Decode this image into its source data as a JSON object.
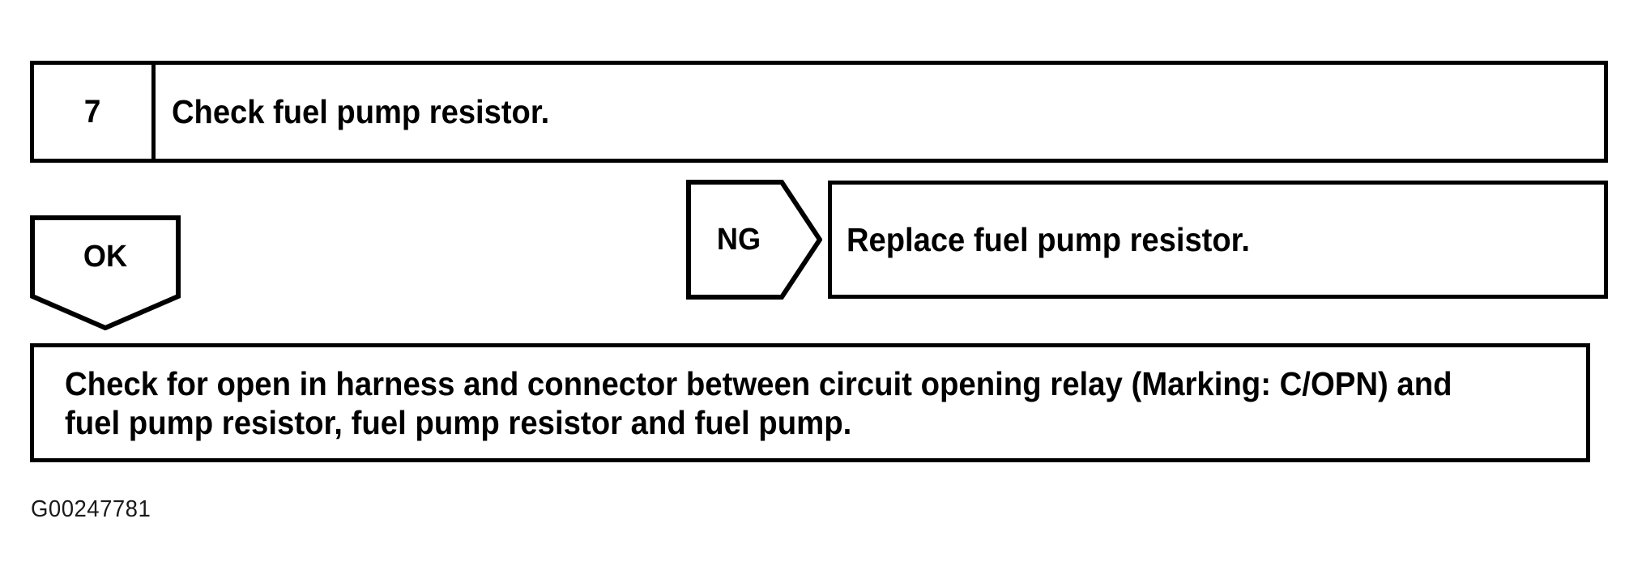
{
  "diagram": {
    "type": "diagnostic-flowchart",
    "figure_id": "G00247781",
    "step": {
      "number": "7",
      "title": "Check fuel pump resistor."
    },
    "branches": [
      {
        "result_label": "OK",
        "direction": "down",
        "shape": "pentagon-down"
      },
      {
        "result_label": "NG",
        "direction": "right",
        "shape": "pentagon-right",
        "action": "Replace fuel pump resistor."
      }
    ],
    "next_step": {
      "line1": "Check for open in harness and connector between circuit opening relay (Marking: C/OPN) and",
      "line2": "fuel pump resistor, fuel pump resistor and fuel pump."
    },
    "colors": {
      "stroke": "#000000",
      "background": "#ffffff",
      "text": "#000000"
    }
  }
}
